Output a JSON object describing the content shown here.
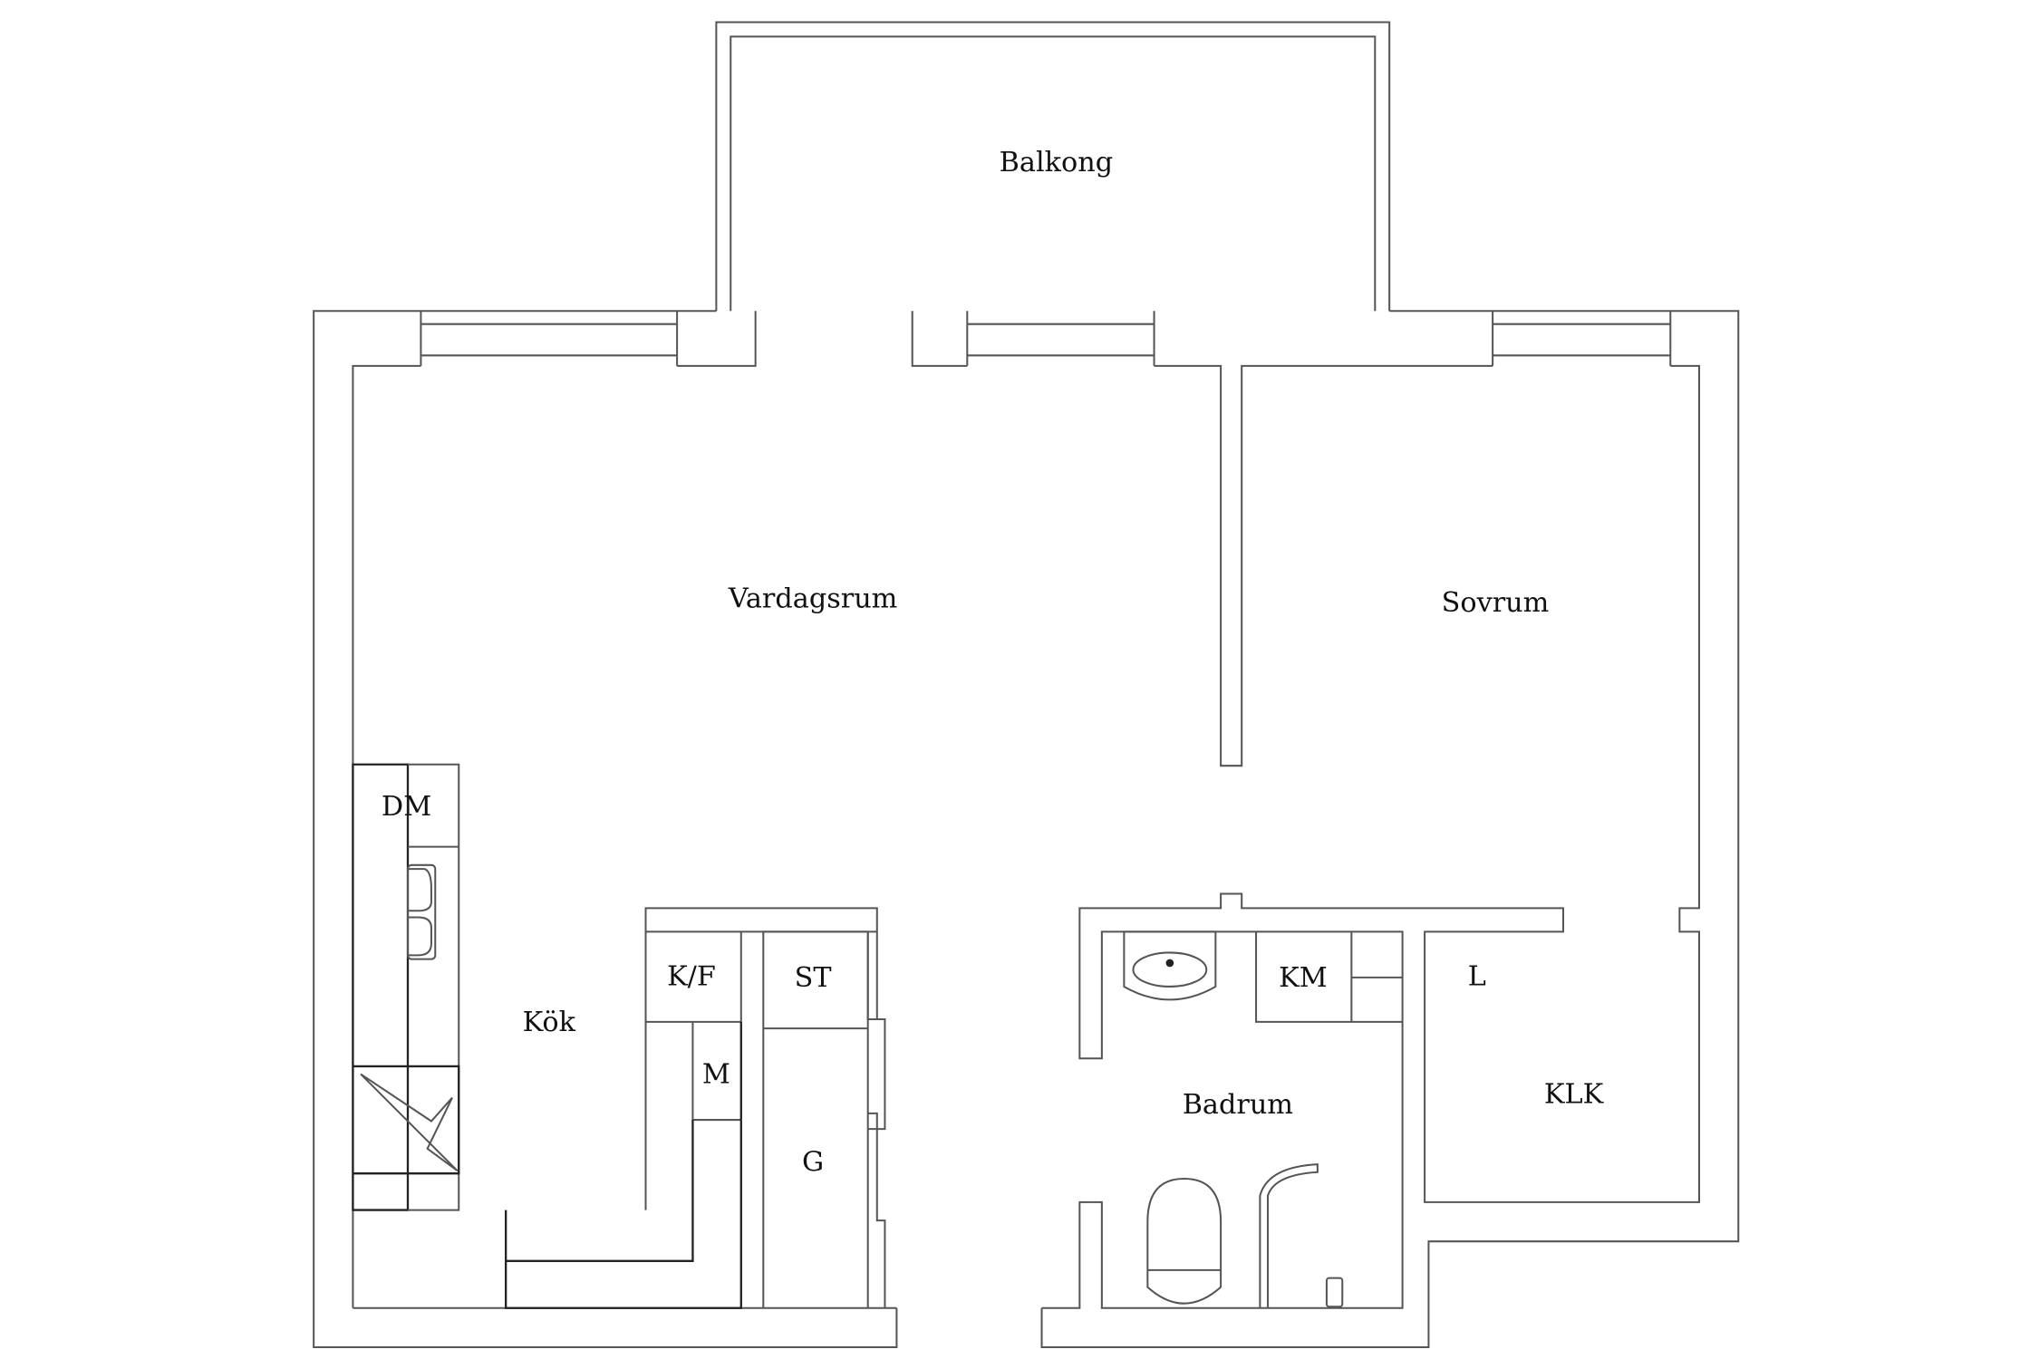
{
  "rooms": {
    "balkong": "Balkong",
    "vardagsrum": "Vardagsrum",
    "sovrum": "Sovrum",
    "kok": "Kök",
    "badrum": "Badrum",
    "klk": "KLK"
  },
  "fixtures": {
    "dm": "DM",
    "kf": "K/F",
    "st": "ST",
    "m": "M",
    "g": "G",
    "km": "KM",
    "l": "L"
  },
  "colors": {
    "line": "#555555",
    "background": "#ffffff"
  }
}
